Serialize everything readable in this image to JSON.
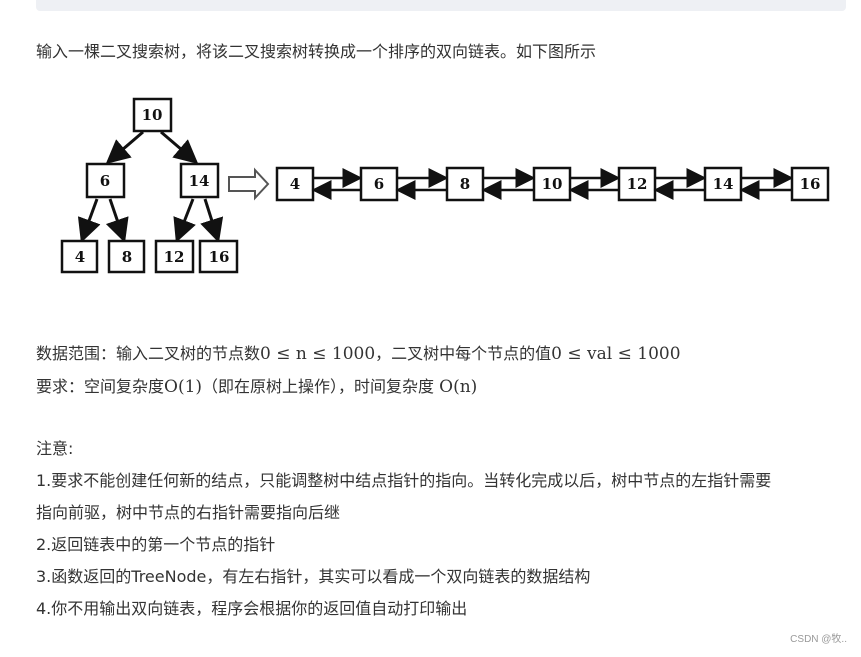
{
  "intro_text": "输入一棵二叉搜索树，将该二叉搜索树转换成一个排序的双向链表。如下图所示",
  "tree": {
    "root": "10",
    "level2": [
      "6",
      "14"
    ],
    "leaves": [
      "4",
      "8",
      "12",
      "16"
    ]
  },
  "list_nodes": [
    "4",
    "6",
    "8",
    "10",
    "12",
    "14",
    "16"
  ],
  "range": {
    "prefix": "数据范围：输入二叉树的节点数",
    "n_expr": "0 ≤ n ≤ 1000",
    "middle": "，二叉树中每个节点的值",
    "val_expr": "0 ≤ val ≤ 1000"
  },
  "requirement": {
    "prefix": "要求：空间复杂度",
    "space": "O(1)",
    "middle": "（即在原树上操作），时间复杂度",
    "time": "O(n)"
  },
  "notes": {
    "title": "注意:",
    "line1": "1.要求不能创建任何新的结点，只能调整树中结点指针的指向。当转化完成以后，树中节点的左指针需要",
    "line1b": "指向前驱，树中节点的右指针需要指向后继",
    "line2": "2.返回链表中的第一个节点的指针",
    "line3": "3.函数返回的TreeNode，有左右指针，其实可以看成一个双向链表的数据结构",
    "line4": "4.你不用输出双向链表，程序会根据你的返回值自动打印输出"
  },
  "watermark": "CSDN @牧.."
}
